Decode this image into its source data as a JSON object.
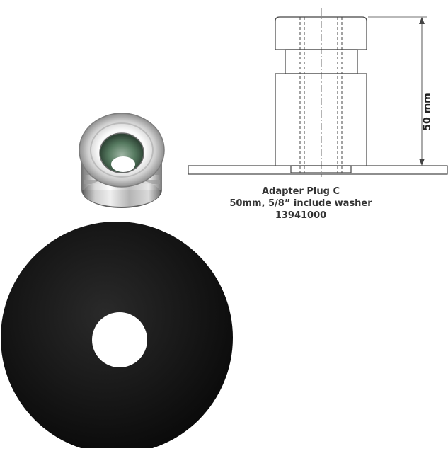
{
  "product": {
    "name": "Adapter Plug C",
    "spec": "50mm, 5/8” include washer",
    "part_number": "13941000"
  },
  "drawing": {
    "dimension_label": "50 mm"
  },
  "colors": {
    "line": "#444444",
    "washer": "#111111",
    "metal_light": "#f2f2f2",
    "metal_dark": "#8a8a8a",
    "bore_green": "#4d6b55"
  }
}
